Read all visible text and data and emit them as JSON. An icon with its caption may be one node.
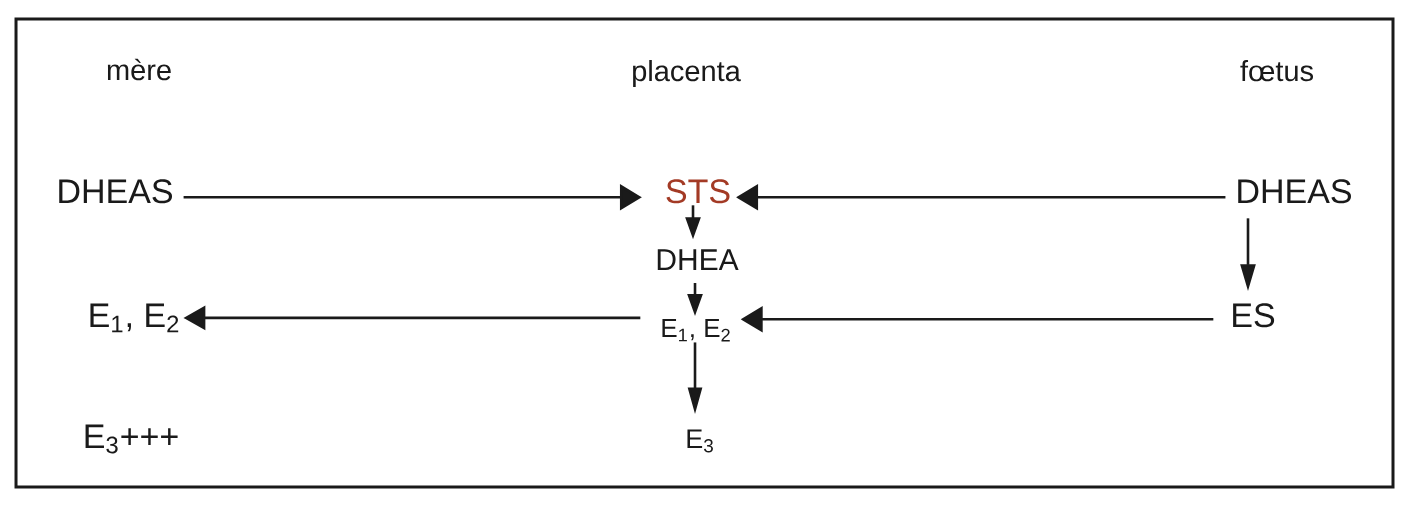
{
  "diagram": {
    "nodes": [
      {
        "text": [
          "DHEAS"
        ]
      },
      {
        "text": [
          "STS"
        ]
      },
      {
        "text": [
          "DHEAS"
        ]
      },
      {
        "text": [
          "DHEA"
        ]
      },
      {
        "text": [
          "E$_{1}$, E$_{2}$"
        ]
      },
      {
        "text": [
          "E$_{1}$, E$_{2}$"
        ]
      },
      {
        "text": [
          "ES"
        ]
      },
      {
        "text": [
          "E$_{3}$"
        ]
      }
    ],
    "edges": [
      {
        "from": 0,
        "to": 1,
        "arrow": "to"
      },
      {
        "from": 2,
        "to": 1,
        "arrow": "to"
      },
      {
        "from": 1,
        "to": 3,
        "arrow": "to"
      },
      {
        "from": 2,
        "to": 6,
        "arrow": "to"
      },
      {
        "from": 3,
        "to": 5,
        "arrow": "to"
      },
      {
        "from": 6,
        "to": 5,
        "arrow": "to"
      },
      {
        "from": 5,
        "to": 4,
        "arrow": "to"
      },
      {
        "from": 5,
        "to": 7,
        "arrow": "to"
      }
    ],
    "labels": [
      "mère",
      "placenta",
      "fœtus",
      "E$_{3}$+++"
    ]
  }
}
